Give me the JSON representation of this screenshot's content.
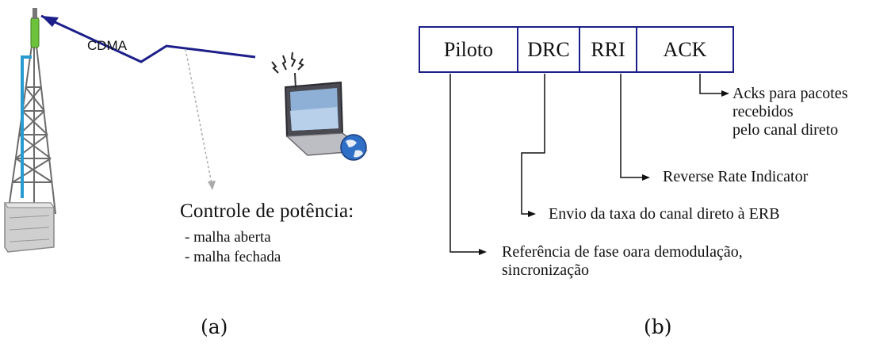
{
  "panel_a": {
    "link_label": "CDMA",
    "power_control": {
      "title": "Controle de potência:",
      "items": [
        "- malha aberta",
        "- malha fechada"
      ]
    },
    "caption": "(a)"
  },
  "panel_b": {
    "frame_fields": [
      "Piloto",
      "DRC",
      "RRI",
      "ACK"
    ],
    "descriptions": {
      "ack": [
        "Acks para pacotes",
        "recebidos",
        "pelo canal direto"
      ],
      "rri": "Reverse Rate Indicator",
      "drc": "Envio da taxa do canal direto à ERB",
      "piloto": [
        "Referência de fase oara demodulação,",
        "sincronização"
      ]
    },
    "caption": "(b)"
  },
  "colors": {
    "frame_border": "#1c1f8a",
    "link_line": "#1c1f8a",
    "tower_cable": "#2a9bd1",
    "antenna": "#6cc23a"
  }
}
